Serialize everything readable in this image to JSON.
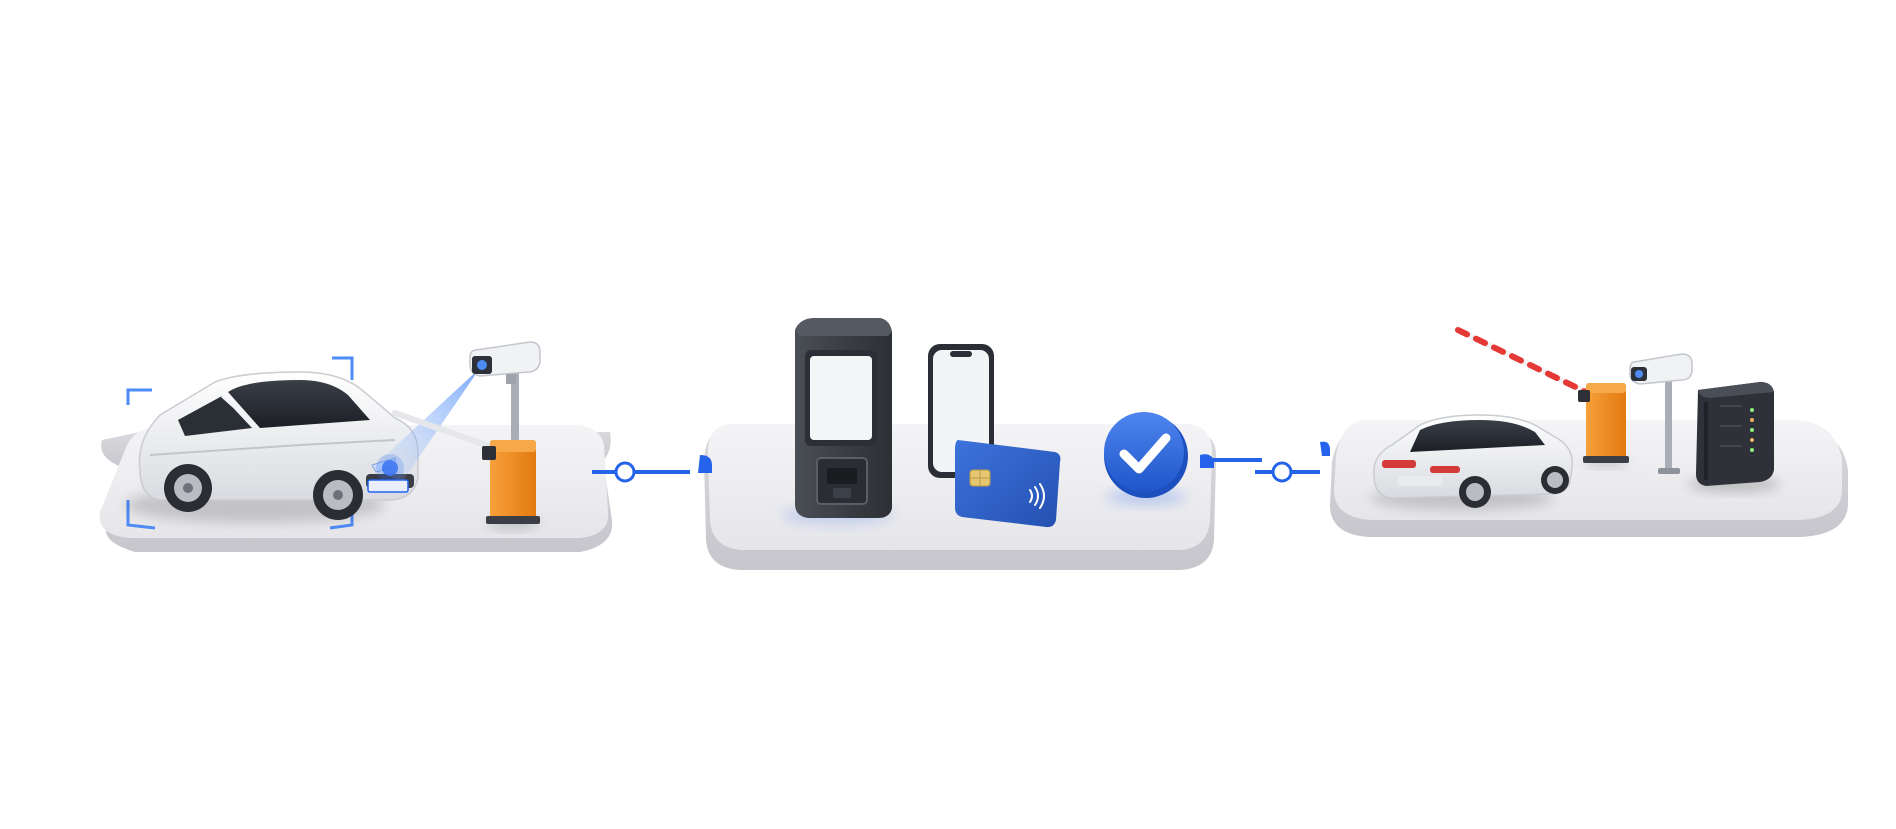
{
  "scene": {
    "type": "parking-flow-illustration",
    "steps": [
      {
        "id": "entry",
        "elements": [
          "car",
          "license-plate-camera",
          "barrier-gate-closed",
          "recognition-frame"
        ]
      },
      {
        "id": "payment",
        "elements": [
          "payment-kiosk",
          "smartphone",
          "contactless-card",
          "checkmark-badge"
        ]
      },
      {
        "id": "exit",
        "elements": [
          "car",
          "barrier-gate-open",
          "camera",
          "server-cabinet"
        ]
      }
    ],
    "connectors": 2
  },
  "colors": {
    "background": "#ffffff",
    "platform": "#ececef",
    "platform_edge": "#d3d3d8",
    "accent_blue": "#2563eb",
    "gate_orange": "#f08a1c",
    "kiosk_dark": "#3c3f45",
    "card_blue": "#2f63c9",
    "car_white": "#f2f3f5",
    "barrier_red": "#e53935"
  },
  "icons": [
    "car-icon",
    "camera-icon",
    "barrier-gate-icon",
    "kiosk-icon",
    "smartphone-icon",
    "credit-card-icon",
    "contactless-icon",
    "check-icon",
    "server-icon"
  ]
}
